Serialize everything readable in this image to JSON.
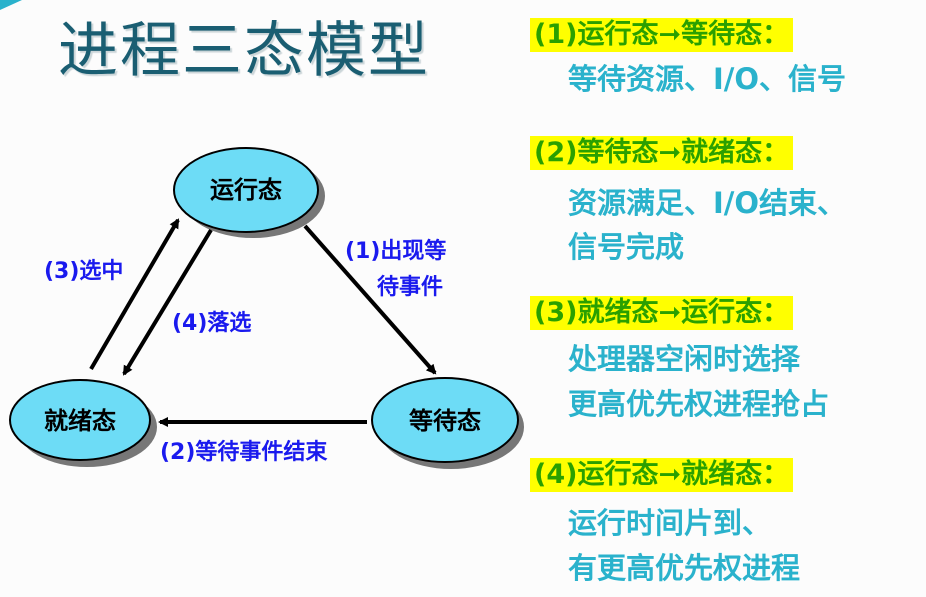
{
  "title": "进程三态模型",
  "diagram": {
    "nodes": {
      "running": "运行态",
      "ready": "就绪态",
      "waiting": "等待态"
    },
    "edges": {
      "e1_line1": "(1)出现等",
      "e1_line2": "待事件",
      "e2": "(2)等待事件结束",
      "e3": "(3)选中",
      "e4": "(4)落选"
    }
  },
  "transitions": [
    {
      "heading": "(1)运行态➞等待态：",
      "lines": [
        "等待资源、I/O、信号"
      ]
    },
    {
      "heading": "(2)等待态➞就绪态：",
      "lines": [
        "资源满足、I/O结束、",
        "信号完成"
      ]
    },
    {
      "heading": "(3)就绪态➞运行态：",
      "lines": [
        "处理器空闲时选择",
        "更高优先权进程抢占"
      ]
    },
    {
      "heading": "(4)运行态➞就绪态：",
      "lines": [
        "运行时间片到、",
        "有更高优先权进程"
      ]
    }
  ],
  "colors": {
    "title": "#1a5e72",
    "node_fill": "#6ddcf6",
    "edge_label": "#1a1aee",
    "heading_bg": "#ffff00",
    "heading_text": "#2aa000",
    "desc": "#2ab2cc"
  }
}
